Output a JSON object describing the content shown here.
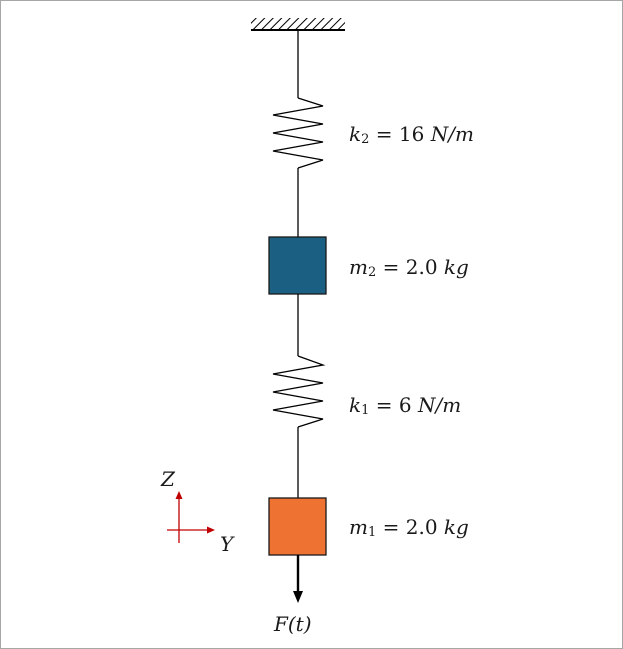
{
  "springs": [
    {
      "symbol": "k",
      "subscript": "2",
      "equals": " = ",
      "value": "16",
      "unit": "N/m"
    },
    {
      "symbol": "k",
      "subscript": "1",
      "equals": " = ",
      "value": "6",
      "unit": "N/m"
    }
  ],
  "masses": [
    {
      "symbol": "m",
      "subscript": "2",
      "equals": " = ",
      "value": "2.0",
      "unit": "kg",
      "color": "#1b5f82"
    },
    {
      "symbol": "m",
      "subscript": "1",
      "equals": " = ",
      "value": "2.0",
      "unit": "kg",
      "color": "#ee7333"
    }
  ],
  "force": {
    "label": "F(t)"
  },
  "axes": {
    "z_label": "Z",
    "y_label": "Y",
    "color": "#c00000"
  }
}
